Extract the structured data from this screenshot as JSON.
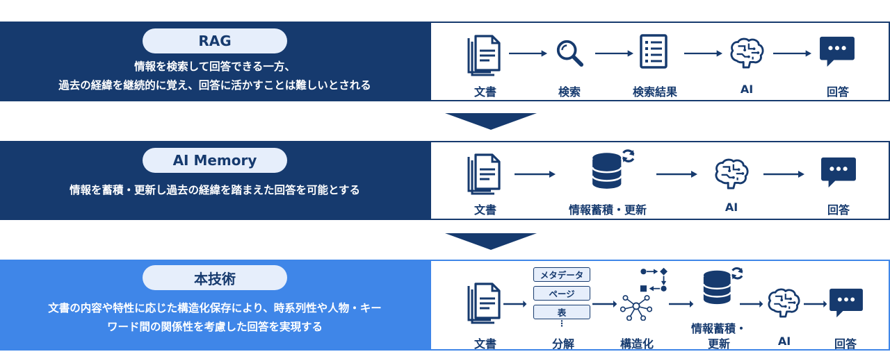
{
  "rows": [
    {
      "title": "RAG",
      "description": [
        "情報を検索して回答できる一方、",
        "過去の経緯を継続的に覚え、回答に活かすことは難しいとされる"
      ],
      "steps": [
        "文書",
        "検索",
        "検索結果",
        "AI",
        "回答"
      ]
    },
    {
      "title": "AI Memory",
      "description": [
        "情報を蓄積・更新し過去の経緯を踏まえた回答を可能とする"
      ],
      "steps": [
        "文書",
        "情報蓄積・更新",
        "AI",
        "回答"
      ]
    },
    {
      "title": "本技術",
      "description": [
        "文書の内容や特性に応じた構造化保存により、時系列性や人物・キー",
        "ワード間の関係性を考慮した回答を実現する"
      ],
      "steps": [
        "文書",
        "分解",
        "構造化",
        "情報蓄積・",
        "更新",
        "AI",
        "回答"
      ],
      "decompose_tags": [
        "メタデータ",
        "ページ",
        "表",
        "⋮"
      ]
    }
  ],
  "colors": {
    "navy": "#163a6e",
    "blue": "#3f86e8",
    "pill": "#e6eefb"
  }
}
